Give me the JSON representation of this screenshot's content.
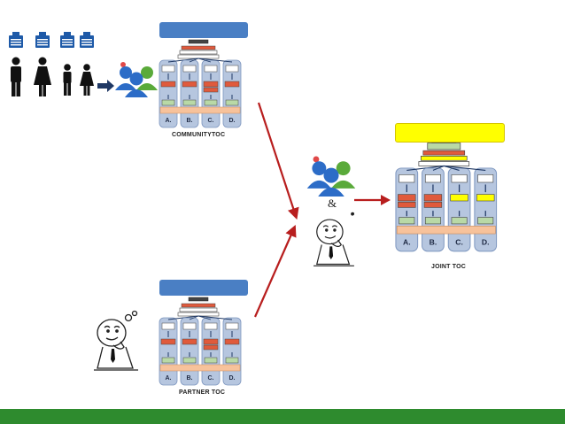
{
  "colors": {
    "banner_blue": "#4a7fc4",
    "banner_yellow": "#ffff00",
    "column_blue": "#b6c6df",
    "column_edge": "#7d96bf",
    "box_red": "#e05a3c",
    "box_green": "#b9d9a6",
    "box_peach": "#f7c29b",
    "box_yellow": "#ffff00",
    "arrow_red": "#b81e1e",
    "arrow_navy": "#1f3864",
    "footer_green": "#2e8b2e",
    "people_blue": "#2c6cc7",
    "people_green": "#5aaa3a",
    "people_red": "#e04848"
  },
  "community_toc": {
    "caption": "COMMUNITYTOC",
    "column_labels": [
      "A.",
      "B.",
      "C.",
      "D."
    ]
  },
  "partner_toc": {
    "caption": "PARTNER TOC",
    "column_labels": [
      "A.",
      "B.",
      "C.",
      "D."
    ]
  },
  "joint_toc": {
    "caption": "JOINT TOC",
    "column_labels": [
      "A.",
      "B.",
      "C.",
      "D."
    ]
  },
  "ampersand": "&"
}
